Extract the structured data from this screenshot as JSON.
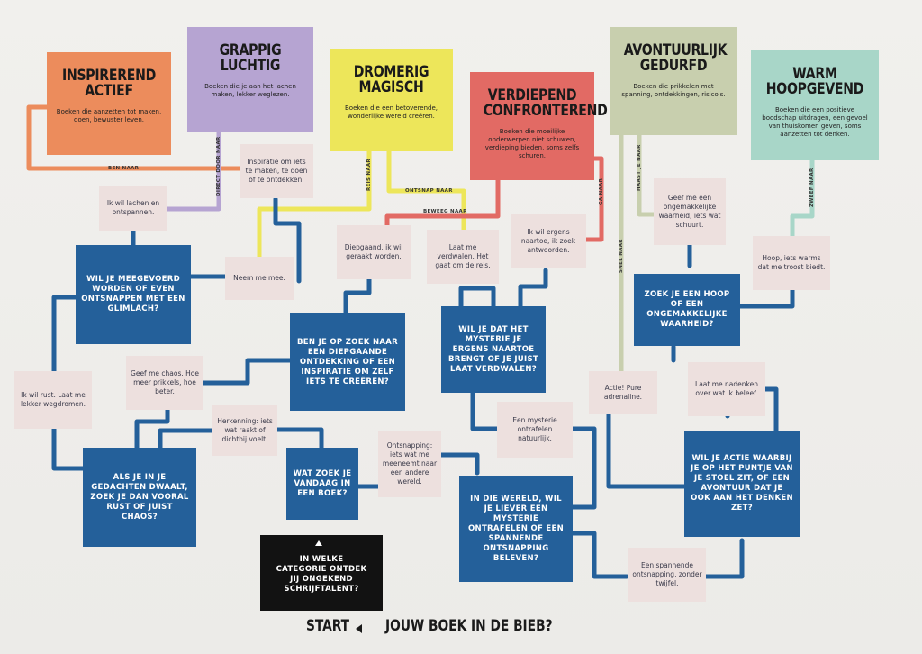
{
  "categories": [
    {
      "id": "inspirerend",
      "line1": "Inspirerend",
      "line2": "Actief",
      "desc": "Boeken die aanzetten tot maken, doen, bewuster leven.",
      "color": "#ec8c5c"
    },
    {
      "id": "grappig",
      "line1": "Grappig",
      "line2": "Luchtig",
      "desc": "Boeken die je aan het lachen maken, lekker weglezen.",
      "color": "#b6a4d2"
    },
    {
      "id": "dromerig",
      "line1": "Dromerig",
      "line2": "Magisch",
      "desc": "Boeken die een betoverende, wonderlijke wereld creëren.",
      "color": "#ede65a"
    },
    {
      "id": "verdiepend",
      "line1": "Verdiepend",
      "line2": "Confronterend",
      "desc": "Boeken die moeilijke onderwerpen niet schuwen, verdieping bieden, soms zelfs schuren.",
      "color": "#e26a64"
    },
    {
      "id": "avontuurlijk",
      "line1": "Avontuurlijk",
      "line2": "Gedurfd",
      "desc": "Boeken die prikkelen met spanning, ontdekkingen, risico's.",
      "color": "#c8cfae"
    },
    {
      "id": "warm",
      "line1": "Warm",
      "line2": "Hoopgevend",
      "desc": "Boeken die een positieve boodschap uitdragen, een gevoel van thuiskomen geven, soms aanzetten tot denken.",
      "color": "#a8d6c8"
    }
  ],
  "questions": {
    "q1": "Wil je meegevoerd worden of even ontsnappen met een glimlach?",
    "q2": "Ben je op zoek naar een diepgaande ontdekking of een inspiratie om zelf iets te creëren?",
    "q3": "Wil je dat het mysterie je ergens naartoe brengt of je juist laat verdwalen?",
    "q4": "Zoek je een hoop of een ongemakkelijke waarheid?",
    "q5": "Als je in je gedachten dwaalt, zoek je dan vooral rust of juist chaos?",
    "q6": "Wat zoek je vandaag in een boek?",
    "q7": "In die wereld, wil je liever een mysterie ontrafelen of een spannende ontsnapping beleven?",
    "q8": "Wil je actie waarbij je op het puntje van je stoel zit, of een avontuur dat je ook aan het denken zet?"
  },
  "answers": {
    "a_inspiratie": "Inspiratie om iets te maken, te doen of te ontdekken.",
    "a_lachen": "Ik wil lachen en ontspannen.",
    "a_neem": "Neem me mee.",
    "a_diepgaand": "Diepgaand, ik wil geraakt worden.",
    "a_verdwalen": "Laat me verdwalen. Het gaat om de reis.",
    "a_ergens": "Ik wil ergens naartoe, ik zoek antwoorden.",
    "a_schuurt": "Geef me een ongemakkelijke waarheid, iets wat schuurt.",
    "a_hoop": "Hoop, iets warms dat me troost biedt.",
    "a_rust": "Ik wil rust. Laat me lekker wegdromen.",
    "a_chaos": "Geef me chaos. Hoe meer prikkels, hoe beter.",
    "a_herkenning": "Herkenning: iets wat raakt of dichtbij voelt.",
    "a_ontsnapping": "Ontsnapping: iets wat me meeneemt naar een andere wereld.",
    "a_mysterie": "Een mysterie ontrafelen natuurlijk.",
    "a_actie": "Actie! Pure adrenaline.",
    "a_nadenken": "Laat me nadenken over wat ik beleef.",
    "a_spannend": "Een spannende ontsnapping, zonder twijfel."
  },
  "line_labels": {
    "ben_naar": "BEN NAAR",
    "direct_door_naar": "DIRECT DOOR NAAR",
    "reis_naar": "REIS NAAR",
    "ontsnap_naar": "ONTSNAP NAAR",
    "beweeg_naar": "BEWEEG NAAR",
    "ga_naar": "GA NAAR",
    "snel_naar": "SNEL NAAR",
    "haast_je_naar": "HAAST JE NAAR",
    "zweef_naar": "ZWEEF NAAR"
  },
  "start_question": "In welke categorie ontdek jij ongekend schrijftalent?",
  "footer": {
    "start": "START",
    "title": "JOUW BOEK IN DE BIEB?"
  },
  "colors": {
    "question": "#24609a",
    "answer": "#ede0de",
    "start": "#121212"
  }
}
